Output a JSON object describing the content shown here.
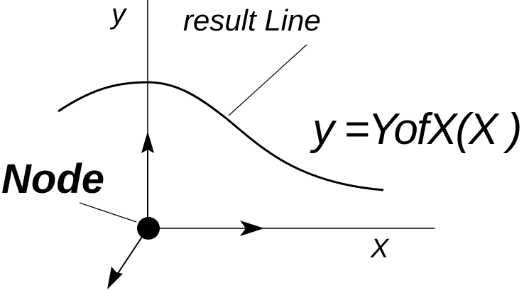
{
  "labels": {
    "y_axis": "y",
    "result_line": "result Line",
    "equation": "y =YofX(X )",
    "node": "Node",
    "x_axis": "X"
  },
  "colors": {
    "stroke": "#000000",
    "background": "#ffffff"
  }
}
